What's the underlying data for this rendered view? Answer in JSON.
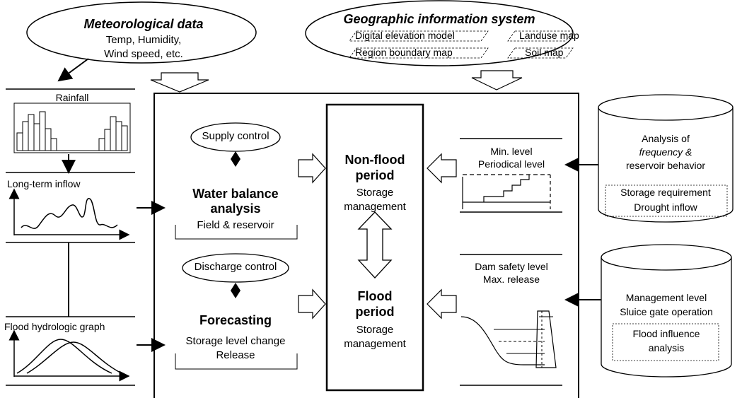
{
  "meteo": {
    "title": "Meteorological data",
    "line1": "Temp, Humidity,",
    "line2": "Wind speed, etc."
  },
  "gis": {
    "title": "Geographic information system",
    "dem": "Digital elevation model",
    "landuse": "Landuse map",
    "boundary": "Region boundary map",
    "soil": "Soil map"
  },
  "left": {
    "rainfall": "Rainfall",
    "inflow": "Long-term inflow",
    "flood_graph": "Flood hydrologic graph"
  },
  "center": {
    "supply_control": "Supply control",
    "wb_title1": "Water balance",
    "wb_title2": "analysis",
    "wb_sub": "Field & reservoir",
    "discharge_control": "Discharge control",
    "fc_title": "Forecasting",
    "fc_sub1": "Storage level change",
    "fc_sub2": "Release",
    "nf_title1": "Non-flood",
    "nf_title2": "period",
    "nf_sub1": "Storage",
    "nf_sub2": "management",
    "fl_title1": "Flood",
    "fl_title2": "period",
    "fl_sub1": "Storage",
    "fl_sub2": "management"
  },
  "right": {
    "min_level": "Min. level",
    "periodical_level": "Periodical level",
    "dam_safety": "Dam safety level",
    "max_release": "Max. release"
  },
  "cyl1": {
    "line1": "Analysis of",
    "line2": "frequency &",
    "line3": "reservoir behavior",
    "line4": "Storage requirement",
    "line5": "Drought inflow"
  },
  "cyl2": {
    "line1": "Management level",
    "line2": "Sluice gate operation",
    "line3": "Flood influence",
    "line4": "analysis"
  }
}
